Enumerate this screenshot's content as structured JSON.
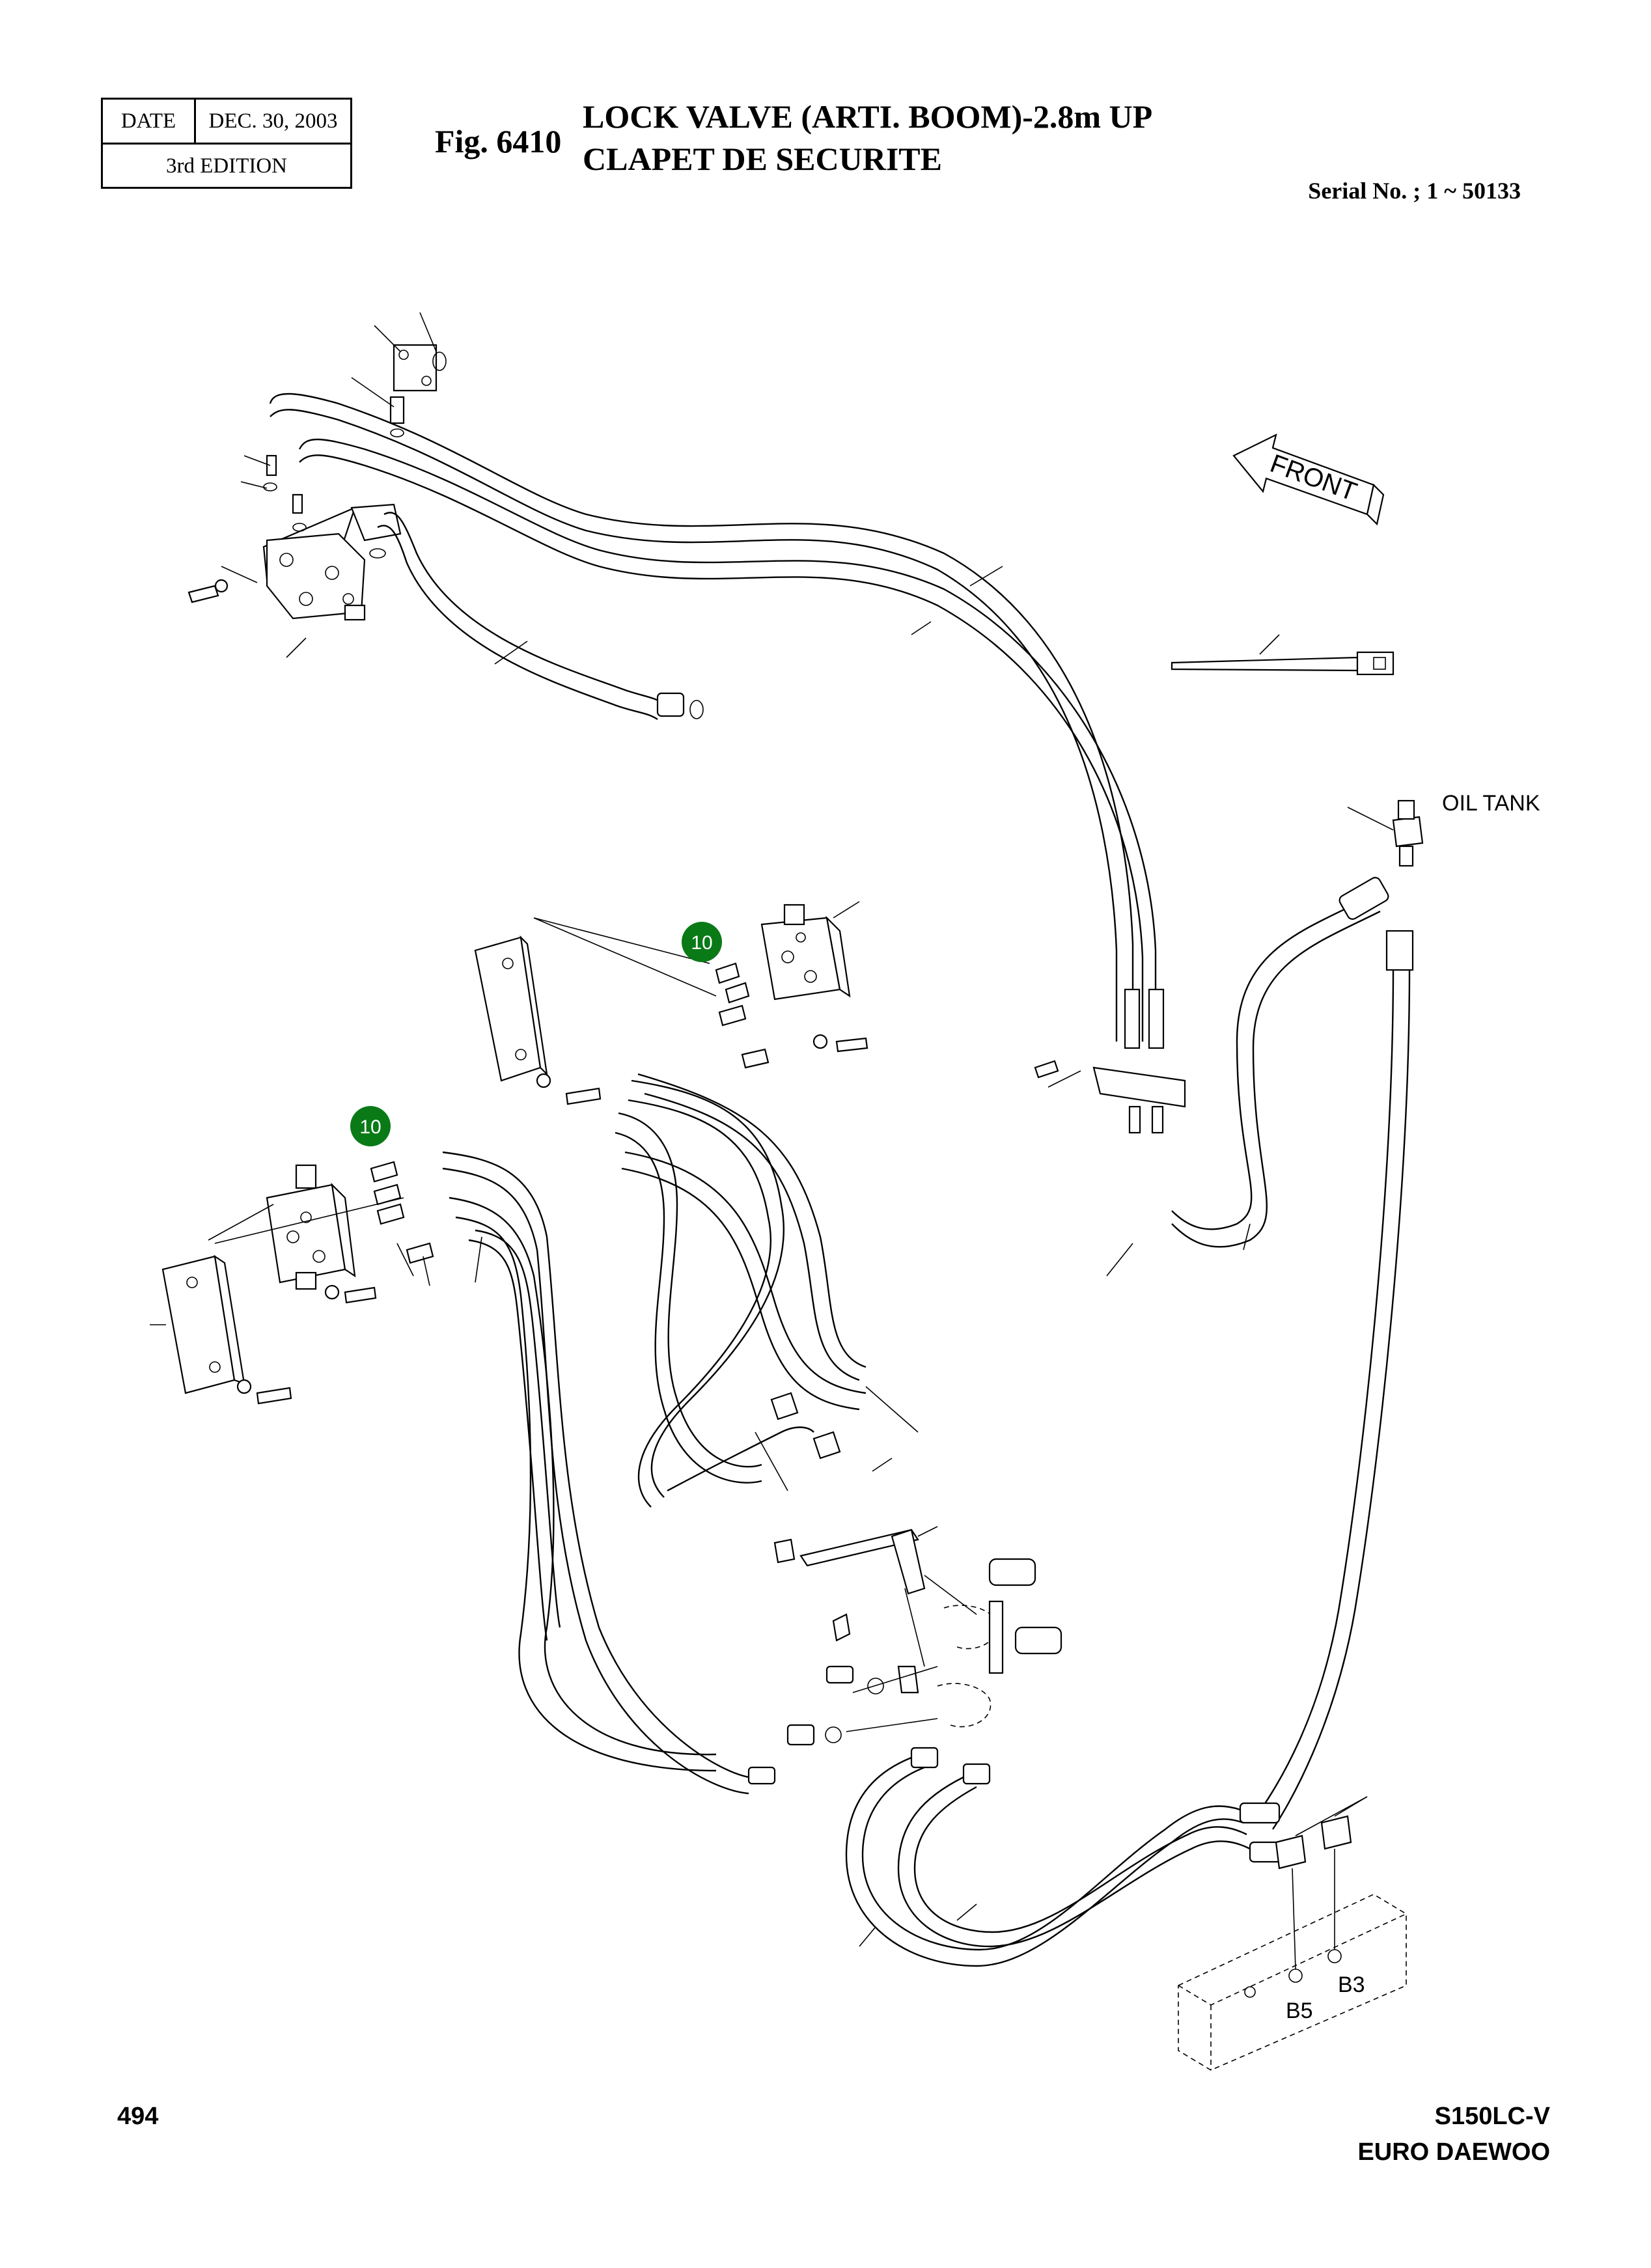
{
  "header": {
    "date_label": "DATE",
    "date_value": "DEC. 30, 2003",
    "edition": "3rd  EDITION",
    "fig_number": "Fig. 6410",
    "title_line1": "LOCK VALVE (ARTI. BOOM)-2.8m UP",
    "title_line2": "CLAPET DE SECURITE",
    "serial": "Serial No. ; 1 ~ 50133"
  },
  "diagram": {
    "front_label": "FRONT",
    "oil_tank_label": "OIL TANK",
    "port_b3": "B3",
    "port_b5": "B5",
    "callouts": [
      {
        "text": "10",
        "color": "#0a7a17"
      },
      {
        "text": "10",
        "color": "#0a7a17"
      }
    ]
  },
  "footer": {
    "page_number": "494",
    "model": "S150LC-V",
    "maker": "EURO DAEWOO"
  }
}
